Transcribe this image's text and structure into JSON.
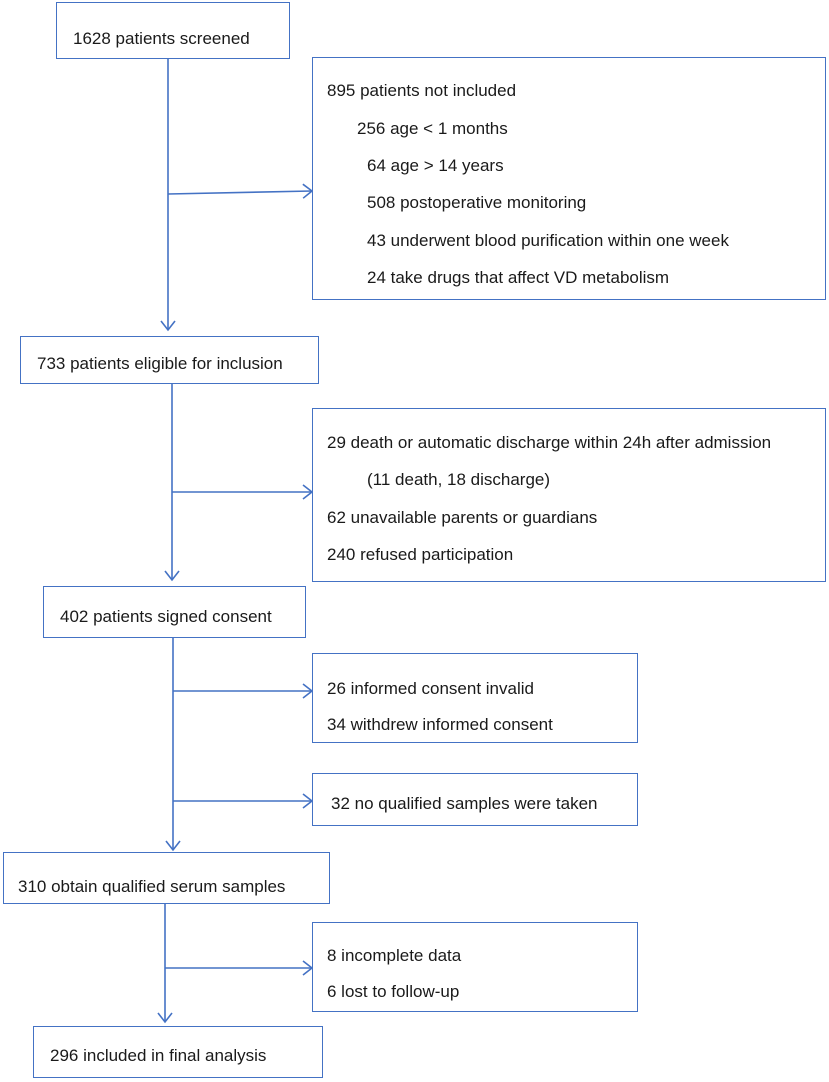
{
  "flowchart": {
    "screened": "1628 patients screened",
    "not_included": {
      "title": "895 patients not included",
      "items": [
        "256 age < 1 months",
        "64 age > 14 years",
        "508 postoperative monitoring",
        "43 underwent blood purification within one week",
        "24 take drugs that affect VD metabolism"
      ]
    },
    "eligible": "733 patients eligible for inclusion",
    "excluded_1": {
      "items": [
        "29 death or automatic discharge within 24h after admission",
        "(11 death, 18 discharge)",
        "62 unavailable parents or guardians",
        "240 refused participation"
      ]
    },
    "signed_consent": "402 patients signed consent",
    "excluded_2": {
      "items": [
        "26 informed consent invalid",
        "34 withdrew informed consent"
      ]
    },
    "excluded_3": "32 no qualified samples were taken",
    "qualified_samples": "310 obtain qualified serum samples",
    "excluded_4": {
      "items": [
        "8 incomplete data",
        "6 lost to follow-up"
      ]
    },
    "final": "296 included in final analysis"
  },
  "colors": {
    "border": "#4472c4",
    "arrow": "#4472c4",
    "text": "#1a1a1a"
  }
}
